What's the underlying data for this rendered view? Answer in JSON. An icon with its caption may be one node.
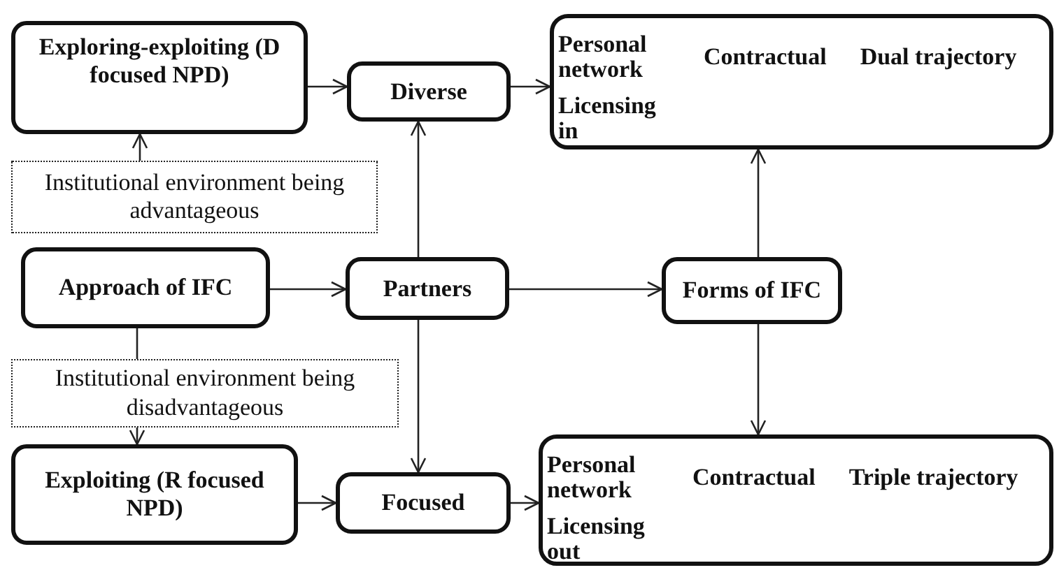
{
  "diagram": {
    "nodes": [
      {
        "text": [
          "Exploring-exploiting (D focused NPD)"
        ]
      },
      {
        "text": [
          "Diverse"
        ]
      },
      {
        "text": [
          "Personal network",
          "Contractual",
          "Dual trajectory",
          "Licensing in"
        ]
      },
      {
        "text": [
          "Institutional environment being advantageous"
        ]
      },
      {
        "text": [
          "Approach of IFC"
        ]
      },
      {
        "text": [
          "Partners"
        ]
      },
      {
        "text": [
          "Forms of IFC"
        ]
      },
      {
        "text": [
          "Institutional environment being disadvantageous"
        ]
      },
      {
        "text": [
          "Exploiting (R focused NPD)"
        ]
      },
      {
        "text": [
          "Focused"
        ]
      },
      {
        "text": [
          "Personal network",
          "Contractual",
          "Triple trajectory",
          "Licensing out"
        ]
      }
    ],
    "edges": [
      {
        "from": 0,
        "to": 1,
        "arrow": "to"
      },
      {
        "from": 1,
        "to": 2,
        "arrow": "to"
      },
      {
        "from": 3,
        "to": 0,
        "arrow": "to"
      },
      {
        "from": 4,
        "to": 5,
        "arrow": "to"
      },
      {
        "from": 5,
        "to": 1,
        "arrow": "to"
      },
      {
        "from": 5,
        "to": 6,
        "arrow": "to"
      },
      {
        "from": 6,
        "to": 2,
        "arrow": "to"
      },
      {
        "from": 4,
        "to": 7,
        "arrow": "none"
      },
      {
        "from": 7,
        "to": 8,
        "arrow": "to"
      },
      {
        "from": 5,
        "to": 9,
        "arrow": "to"
      },
      {
        "from": 6,
        "to": 10,
        "arrow": "to"
      },
      {
        "from": 8,
        "to": 9,
        "arrow": "to"
      },
      {
        "from": 9,
        "to": 10,
        "arrow": "to"
      }
    ]
  }
}
